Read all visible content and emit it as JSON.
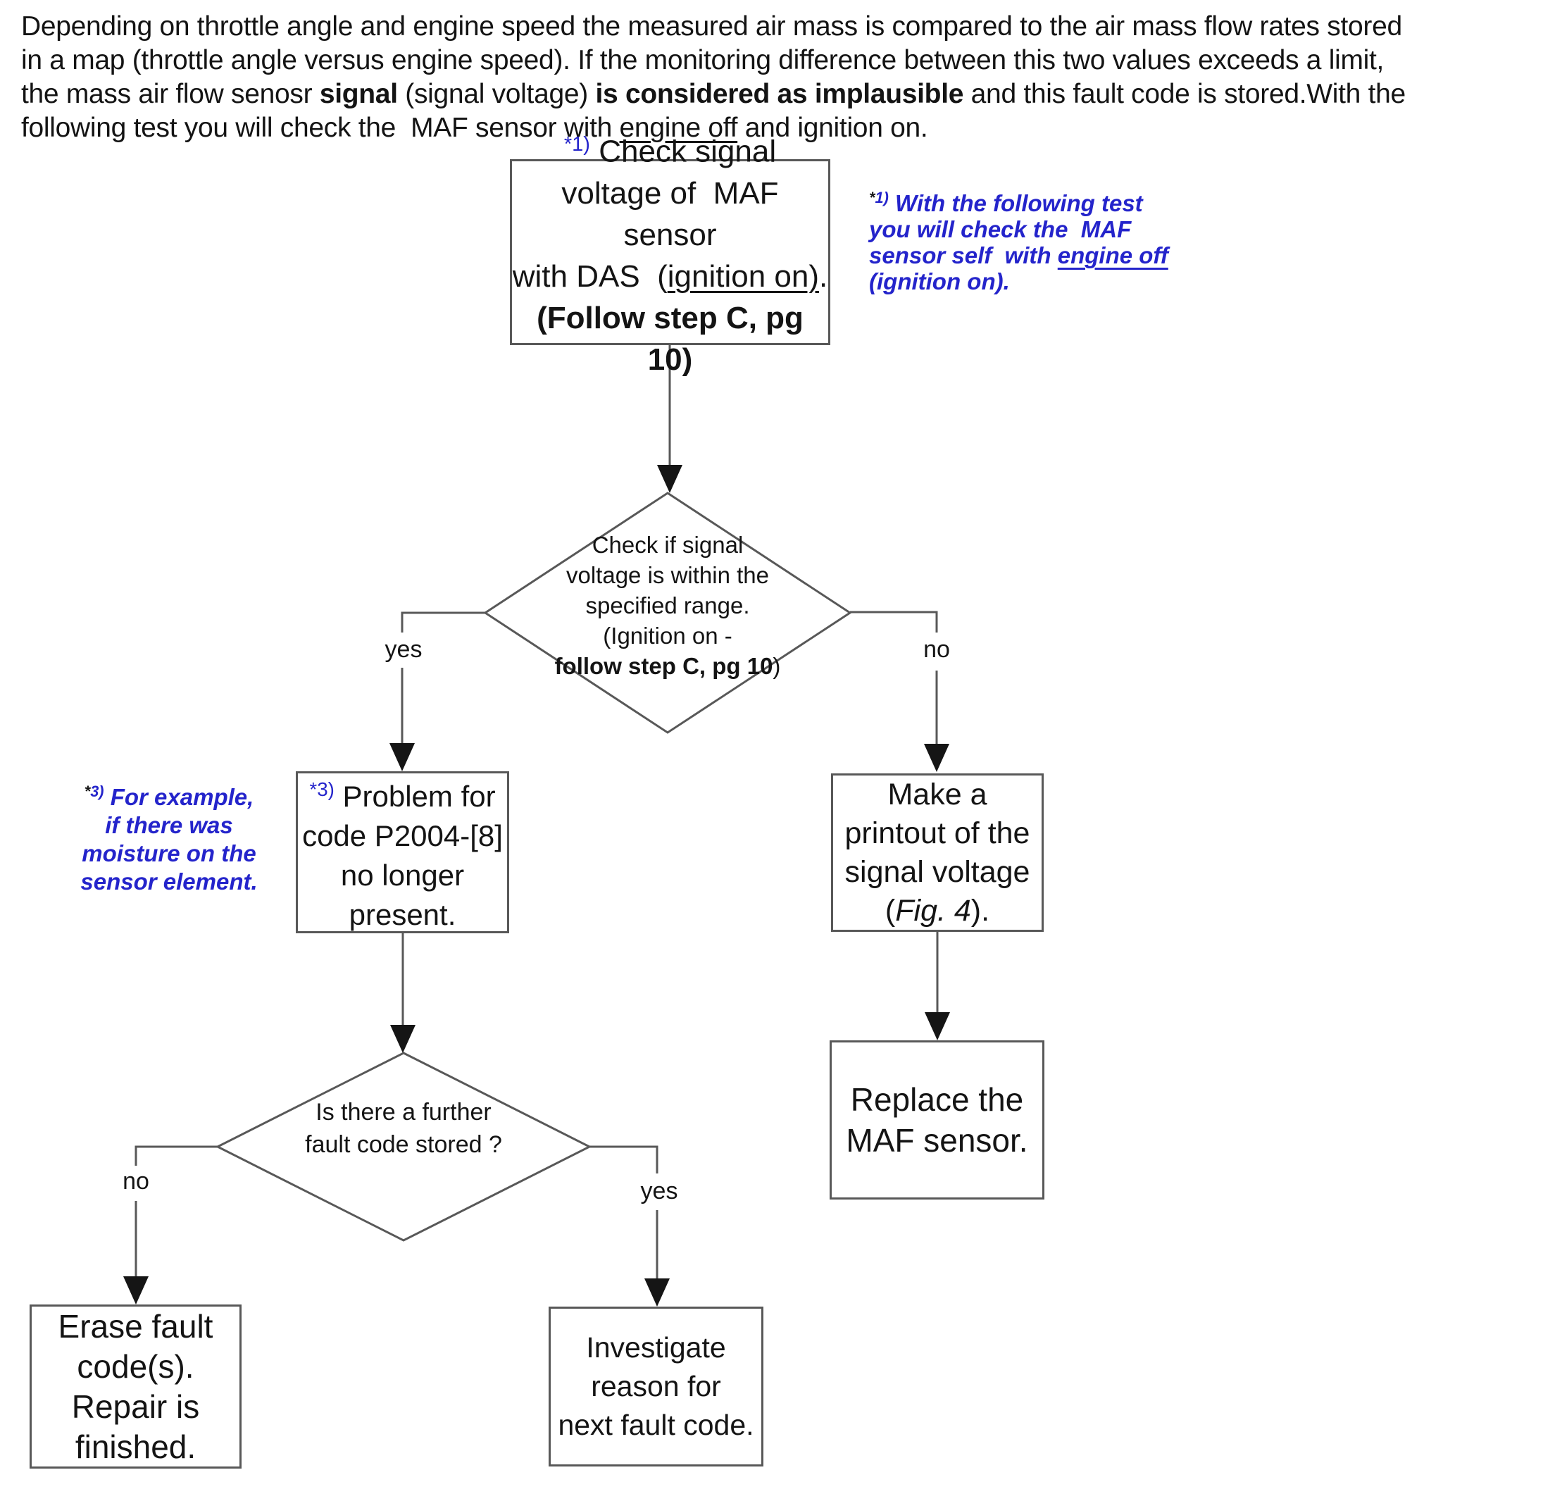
{
  "colors": {
    "annotation_blue": "#2424cb",
    "line_gray": "#585858",
    "text_black": "#141414"
  },
  "intro": {
    "l1": "Depending on throttle angle and engine speed the measured air mass is compared to the air mass flow rates stored",
    "l2": "in a map (throttle angle versus engine speed). If the monitoring difference between this two values exceeds a limit,",
    "l3a": "the mass air flow senosr ",
    "l3b": "signal",
    "l3c": " (signal voltage) ",
    "l3d": "is considered as implausible",
    "l3e": " and this fault code is stored.With the",
    "l4a": "following test you will check the  MAF sensor with ",
    "l4b": "engine off",
    "l4c": " and ignition on."
  },
  "note1": {
    "star": "*",
    "sup": "1)",
    "l1": " With the following test",
    "l2": "you will check the  MAF",
    "l3a": "sensor self  with ",
    "l3b": "engine off",
    "l4": "(ignition on)."
  },
  "note3": {
    "star": "*",
    "sup": "3)",
    "l1": " For example,",
    "l2": "if there was",
    "l3": "moisture on the",
    "l4": "sensor element."
  },
  "box1": {
    "sup": "*1)",
    "l1": " Check signal",
    "l2": "voltage of  MAF sensor",
    "l3a": "with DAS  (",
    "l3b": "ignition on)",
    "l3c": ".",
    "l4": "(Follow step C, pg 10)"
  },
  "diamond1": {
    "l1": "Check if signal",
    "l2": "voltage is within the",
    "l3": "specified range.",
    "l4": "(Ignition on -",
    "l5a": "follow step C, pg 10",
    "l5b": ")"
  },
  "labels": {
    "yes1": "yes",
    "no1": "no",
    "no2": "no",
    "yes2": "yes"
  },
  "box3": {
    "sup": "*3)",
    "l1": " Problem for",
    "l2": "code P2004-[8]",
    "l3": "no longer",
    "l4": "present."
  },
  "box4": {
    "l1": "Make a",
    "l2": "printout of the",
    "l3": "signal voltage",
    "l4a": "(",
    "l4b": "Fig. 4",
    "l4c": ")."
  },
  "box5": {
    "l1": "Replace the",
    "l2": "MAF sensor."
  },
  "diamond2": {
    "l1": "Is there a further",
    "l2": "fault code stored ?"
  },
  "box6": {
    "l1": "Erase fault",
    "l2": "code(s).",
    "l3": "Repair is",
    "l4": "finished."
  },
  "box7": {
    "l1": "Investigate",
    "l2": "reason for",
    "l3": "next fault code."
  }
}
